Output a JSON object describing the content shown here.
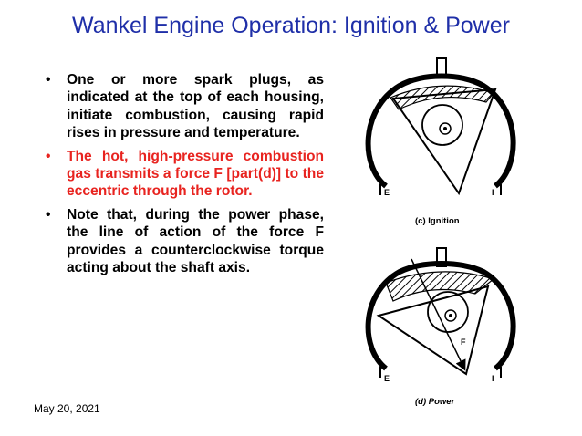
{
  "slide": {
    "title": "Wankel Engine Operation: Ignition & Power",
    "date": "May 20, 2021"
  },
  "bullets": [
    {
      "marker": "•",
      "text": "One or more spark plugs, as indicated at the top of each housing, initiate combustion, causing rapid rises in pressure and temperature.",
      "color": "#000000"
    },
    {
      "marker": "•",
      "text": "The hot, high-pressure combustion gas transmits a force F [part(d)] to the eccentric through the rotor.",
      "color": "#e8231f"
    },
    {
      "marker": "•",
      "text": "Note that, during the power phase, the line of action of the force F provides a counterclockwise torque acting about the shaft axis.",
      "color": "#000000"
    }
  ],
  "figures": {
    "ignition": {
      "caption": "(c) Ignition",
      "left_port": "E",
      "right_port": "I"
    },
    "power": {
      "caption": "(d) Power",
      "left_port": "E",
      "right_port": "I",
      "force_label": "F"
    }
  }
}
